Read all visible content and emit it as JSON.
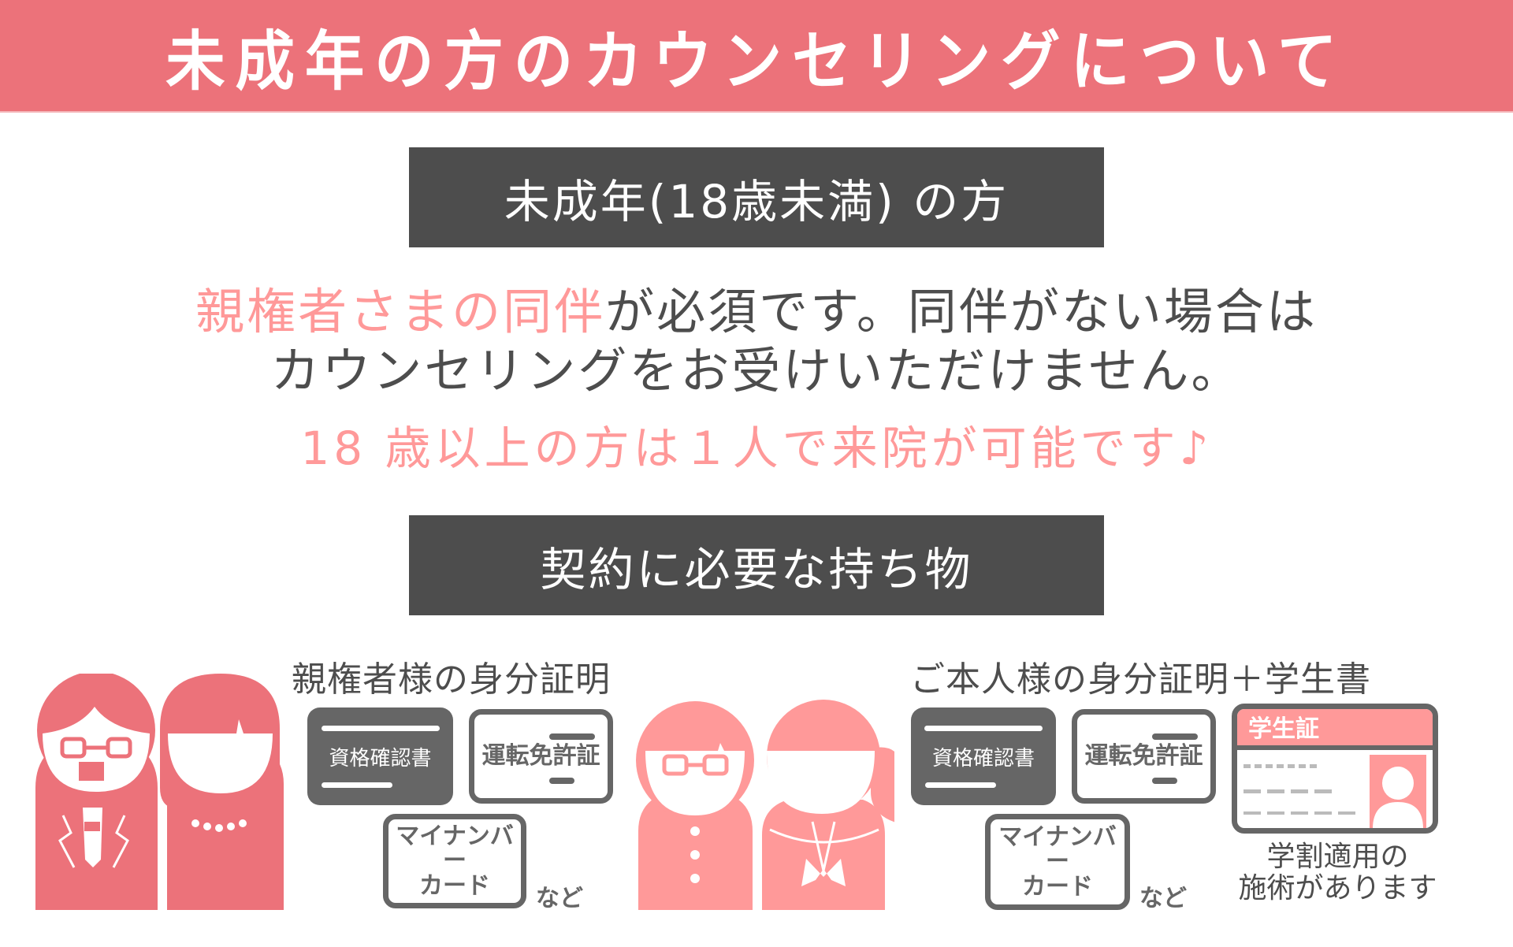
{
  "header": {
    "title": "未成年の方のカウンセリングについて",
    "bg_color": "#ec727a"
  },
  "section_minor": {
    "title": "未成年(18歳未満) の方",
    "message_line1": {
      "highlight": "親権者さまの同伴",
      "rest": "が必須です。同伴がない場合は"
    },
    "message_line2": "カウンセリングをお受けいただけません。",
    "note": "18 歳以上の方は１人で来院が可能です♪"
  },
  "section_items": {
    "title": "契約に必要な持ち物",
    "guardian": {
      "label": "親権者様の身分証明",
      "cards": {
        "qualification": "資格確認書",
        "license": "運転免許証",
        "mynumber_line1": "マイナンバー",
        "mynumber_line2": "カード"
      },
      "etc": "など"
    },
    "self": {
      "label": "ご本人様の身分証明＋学生書",
      "cards": {
        "qualification": "資格確認書",
        "license": "運転免許証",
        "mynumber_line1": "マイナンバー",
        "mynumber_line2": "カード",
        "student_id": "学生証"
      },
      "etc": "など",
      "caption_line1": "学割適用の",
      "caption_line2": "施術があります"
    }
  },
  "colors": {
    "accent_red": "#ec727a",
    "accent_pink": "#ff9999",
    "dark_gray": "#4d4d4d",
    "card_gray": "#666666"
  }
}
